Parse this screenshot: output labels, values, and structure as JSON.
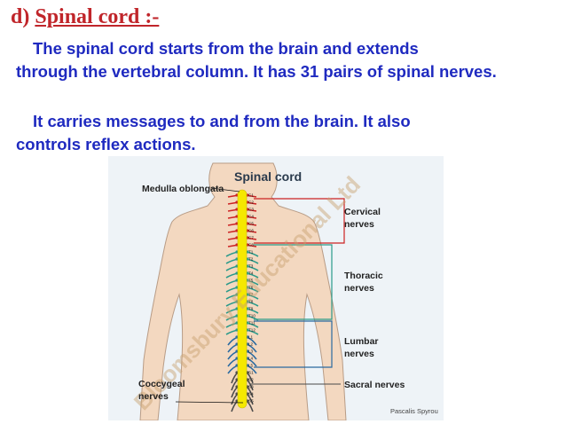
{
  "heading": {
    "prefix": "d) ",
    "title": "Spinal cord :-"
  },
  "paragraphs": {
    "p1_first": "The spinal cord starts from the brain and extends",
    "p1_rest": "through the vertebral column.  It has 31 pairs of spinal nerves.",
    "p2_first": "It carries messages to and from the brain.  It also",
    "p2_rest": "controls reflex actions."
  },
  "figure": {
    "title": "Spinal cord",
    "labels": {
      "medulla": "Medulla oblongata",
      "cervical_1": "Cervical",
      "cervical_2": "nerves",
      "thoracic_1": "Thoracic",
      "thoracic_2": "nerves",
      "lumbar_1": "Lumbar",
      "lumbar_2": "nerves",
      "sacral": "Sacral nerves",
      "coccygeal_1": "Coccygeal",
      "coccygeal_2": "nerves"
    },
    "watermark": "Bloomsbury Educational Ltd",
    "credit": "Pascalis Spyrou",
    "segments": [
      "C1",
      "C2",
      "C3",
      "C4",
      "C5",
      "C6",
      "C7",
      "C8",
      "T1",
      "T2",
      "T3",
      "T4",
      "T5",
      "T6",
      "T7",
      "T8",
      "T9",
      "T10",
      "T11",
      "T12",
      "L1",
      "L2",
      "L3",
      "L4",
      "L5",
      "S1",
      "S2",
      "S3",
      "S4",
      "S5"
    ],
    "colors": {
      "cervical": "#cc2222",
      "thoracic": "#2a9a8a",
      "lumbar": "#2a6aa0",
      "sacral": "#4a4a4a",
      "cord": "#f5e800",
      "body": "#f3d8c0"
    }
  }
}
